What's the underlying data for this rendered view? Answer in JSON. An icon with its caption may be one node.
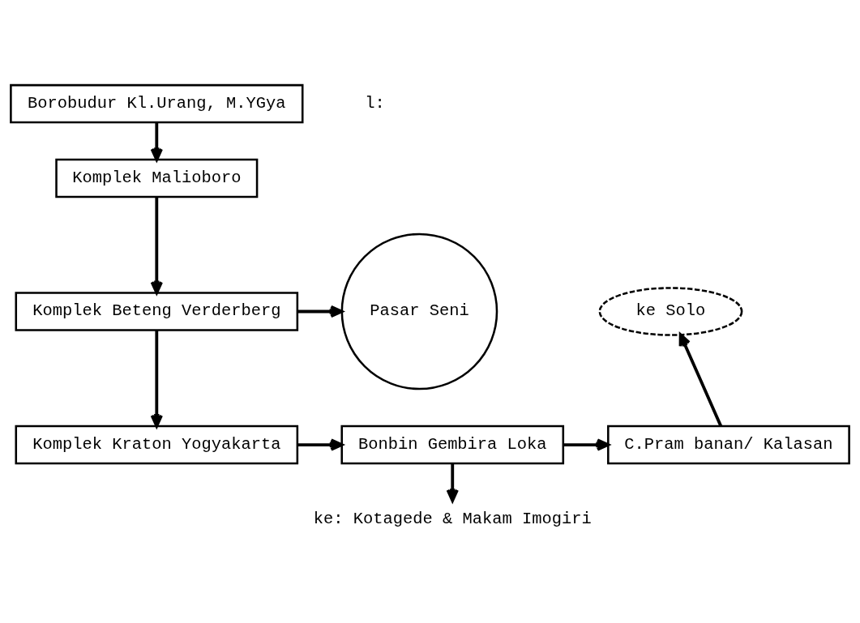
{
  "diagram": {
    "nodes": [
      {
        "text": [
          "Borobudur Kl.Urang, M.YGya"
        ]
      },
      {
        "text": [
          "Komplek Malioboro"
        ]
      },
      {
        "text": [
          "Komplek Beteng Verderberg"
        ]
      },
      {
        "text": [
          "Pasar Seni"
        ]
      },
      {
        "text": [
          "Komplek Kraton Yogyakarta"
        ]
      },
      {
        "text": [
          "Bonbin Gembira Loka"
        ]
      },
      {
        "text": [
          "C.Pram banan/ Kalasan"
        ]
      },
      {
        "text": [
          "ke Solo"
        ]
      },
      {
        "text": [
          "ke: Kotagede & Makam Imogiri"
        ]
      }
    ],
    "edges": [
      {
        "from": 0,
        "to": 1,
        "arrow": "to"
      },
      {
        "from": 1,
        "to": 2,
        "arrow": "to"
      },
      {
        "from": 2,
        "to": 3,
        "arrow": "to"
      },
      {
        "from": 2,
        "to": 4,
        "arrow": "to"
      },
      {
        "from": 4,
        "to": 5,
        "arrow": "to"
      },
      {
        "from": 5,
        "to": 6,
        "arrow": "to"
      },
      {
        "from": 6,
        "to": 7,
        "arrow": "to"
      },
      {
        "from": 5,
        "to": 8,
        "arrow": "to"
      }
    ],
    "labels": [
      "l:"
    ]
  }
}
